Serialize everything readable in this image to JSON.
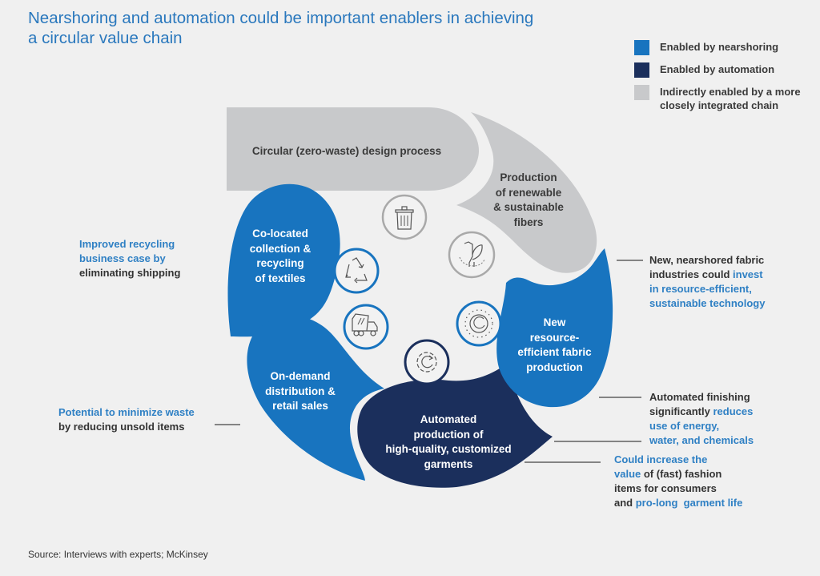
{
  "title": "Nearshoring and automation could be important enablers in achieving a circular value chain",
  "colors": {
    "nearshoring": "#1874bf",
    "automation": "#1b2f5c",
    "indirect": "#c8c9cb",
    "background": "#f0f0f0",
    "highlight_text": "#2f80c4"
  },
  "legend": [
    {
      "label": "Enabled by nearshoring",
      "category": "nearshoring"
    },
    {
      "label": "Enabled by automation",
      "category": "automation"
    },
    {
      "label": "Indirectly enabled by a more closely integrated chain",
      "category": "indirect"
    }
  ],
  "stages": {
    "design": {
      "label": "Circular (zero-waste) design process",
      "category": "indirect",
      "icon": "trash-can-icon"
    },
    "fibers": {
      "label": "Production of renewable & sustainable fibers",
      "category": "indirect",
      "icon": "bird-leaf-icon"
    },
    "fabric": {
      "label": "New resource-efficient fabric production",
      "category": "nearshoring",
      "icon": "sun-cycle-icon"
    },
    "garments": {
      "label": "Automated production of high-quality, customized garments",
      "category": "automation",
      "icon": "gear-cycle-icon"
    },
    "distribution": {
      "label": "On-demand distribution & retail sales",
      "category": "nearshoring",
      "icon": "truck-icon"
    },
    "recycling": {
      "label": "Co-located collection & recycling of textiles",
      "category": "nearshoring",
      "icon": "recycle-icon"
    }
  },
  "stage_lines": {
    "design": [
      "Circular (zero-waste) design process"
    ],
    "fibers": [
      "Production",
      "of renewable",
      "& sustainable",
      "fibers"
    ],
    "fabric": [
      "New",
      "resource-",
      "efficient fabric",
      "production"
    ],
    "garments": [
      "Automated",
      "production of",
      "high-quality, customized",
      "garments"
    ],
    "distribution": [
      "On-demand",
      "distribution &",
      "retail sales"
    ],
    "recycling": [
      "Co-located",
      "collection &",
      "recycling",
      "of textiles"
    ]
  },
  "notes": {
    "recycling": {
      "l1": "Improved recycling",
      "l2": "business case by",
      "l3": "eliminating shipping"
    },
    "waste": {
      "l1": "Potential to minimize waste",
      "l2": "by reducing unsold items"
    },
    "fabric": {
      "l1": "New, nearshored fabric",
      "l2a": "industries could ",
      "l2b": "invest",
      "l3": "in resource-efficient,",
      "l4": "sustainable technology"
    },
    "finishing": {
      "l1": "Automated finishing",
      "l2a": "significantly ",
      "l2b": "reduces",
      "l3": "use of energy,",
      "l4": "water, and chemicals"
    },
    "value": {
      "l1": "Could increase the",
      "l2a": "value",
      "l2b": " of (fast) fashion",
      "l3": "items for consumers",
      "l4a": "and ",
      "l4b": "pro-long  garment life"
    }
  },
  "source": "Source: Interviews with experts; McKinsey"
}
